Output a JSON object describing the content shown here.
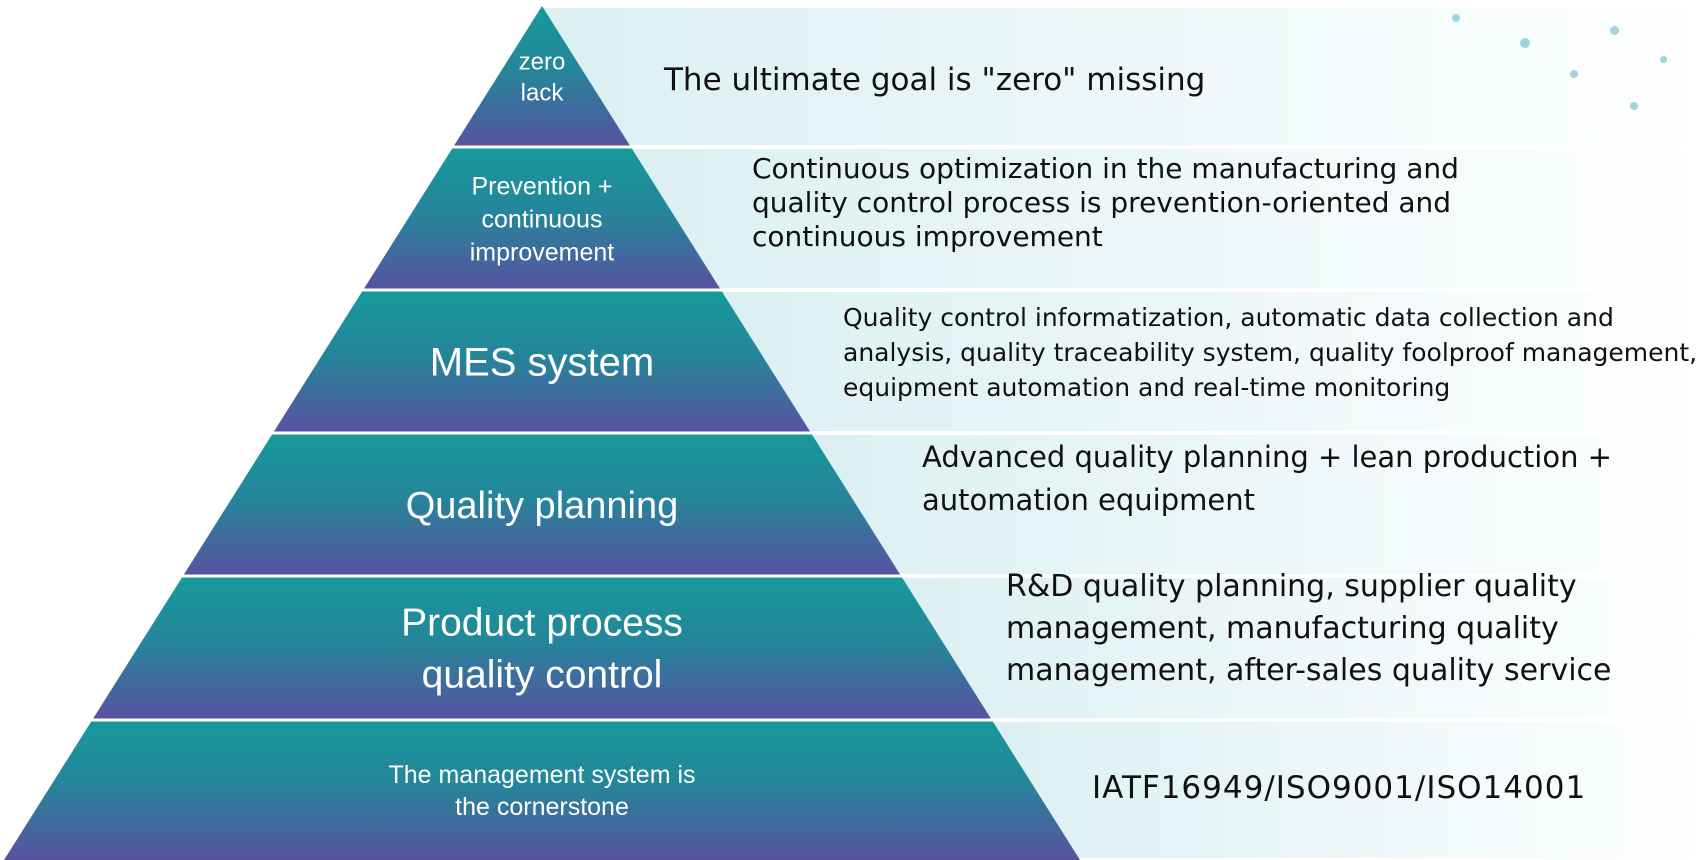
{
  "colors": {
    "top": "#17999a",
    "mid": "#24869a",
    "bottom": "#5852a0",
    "separator": "#ffffff",
    "band_tint": "#d7eef1"
  },
  "levels": [
    {
      "label": [
        "zero",
        "lack"
      ],
      "description": [
        "The ultimate goal is \"zero\" missing"
      ]
    },
    {
      "label": [
        "Prevention +",
        "continuous",
        "improvement"
      ],
      "description": [
        "Continuous optimization in the manufacturing and",
        "quality control process is prevention-oriented and",
        "continuous improvement"
      ]
    },
    {
      "label": [
        "MES system"
      ],
      "description": [
        "Quality control informatization, automatic data collection and",
        "analysis, quality traceability system, quality foolproof management,",
        "equipment automation and real-time monitoring"
      ]
    },
    {
      "label": [
        "Quality planning"
      ],
      "description": [
        "Advanced quality planning + lean production +",
        "automation equipment"
      ]
    },
    {
      "label": [
        "Product process",
        "quality control"
      ],
      "description": [
        "R&D quality planning, supplier quality",
        "management, manufacturing quality",
        "management, after-sales quality service"
      ]
    },
    {
      "label": [
        "The management system is",
        "the cornerstone"
      ],
      "description": [
        "IATF16949/ISO9001/ISO14001"
      ]
    }
  ]
}
